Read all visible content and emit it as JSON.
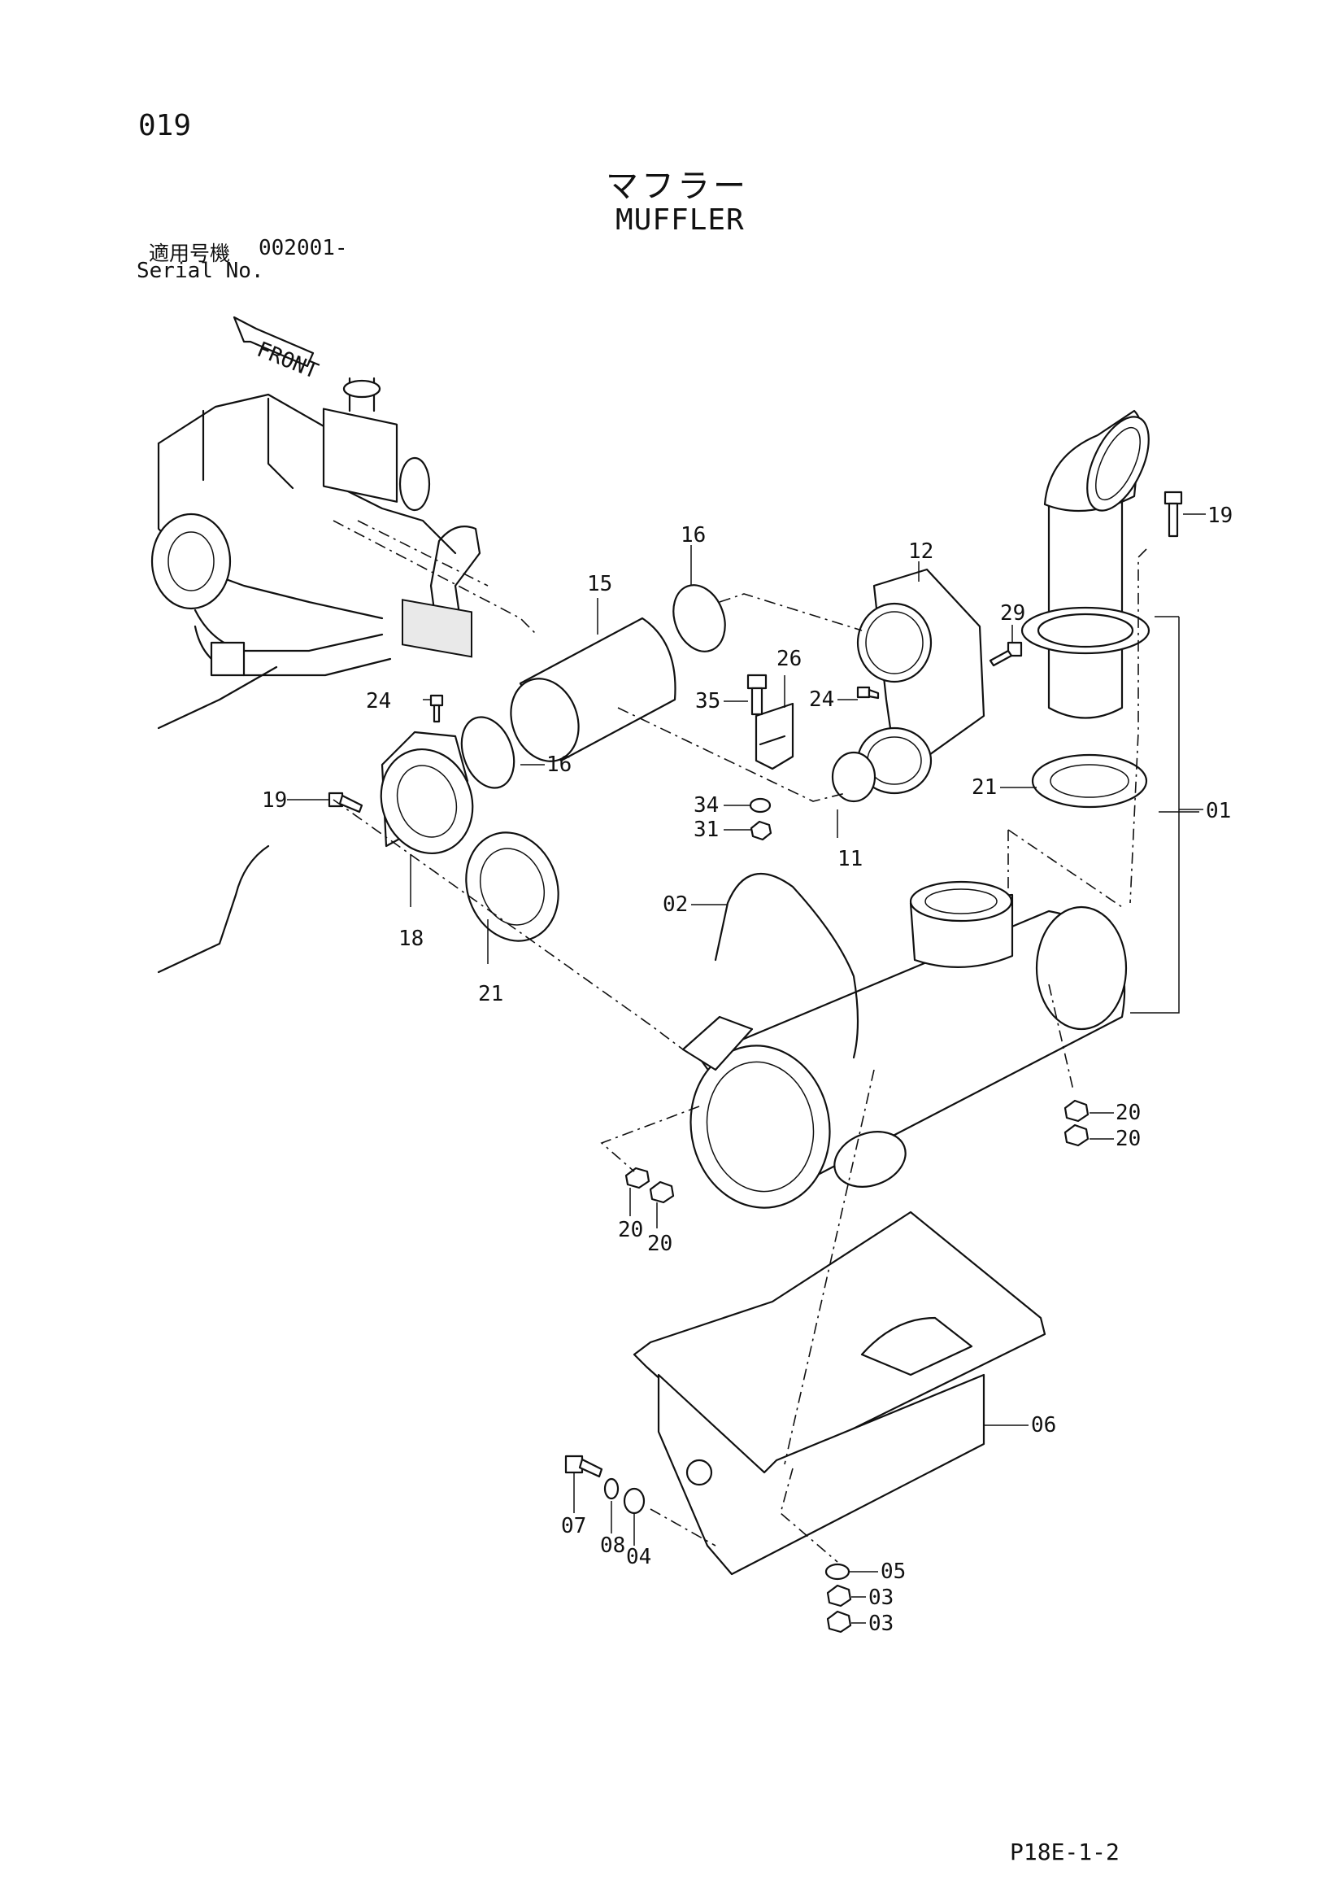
{
  "header": {
    "page_number": "019",
    "title_jp": "マフラー",
    "title_en": "MUFFLER",
    "serial_label_jp": "適用号機",
    "serial_value": "002001-",
    "serial_label_en": "Serial No."
  },
  "direction_label": "FRONT",
  "callouts": {
    "c01": "01",
    "c02": "02",
    "c03a": "03",
    "c03b": "03",
    "c04": "04",
    "c05": "05",
    "c06": "06",
    "c07": "07",
    "c08": "08",
    "c11": "11",
    "c12": "12",
    "c15": "15",
    "c16a": "16",
    "c16b": "16",
    "c18": "18",
    "c19a": "19",
    "c19b": "19",
    "c20a": "20",
    "c20b": "20",
    "c20c": "20",
    "c20d": "20",
    "c21a": "21",
    "c21b": "21",
    "c24a": "24",
    "c24b": "24",
    "c26": "26",
    "c29": "29",
    "c31": "31",
    "c34": "34",
    "c35": "35"
  },
  "footer": {
    "page_code": "P18E-1-2"
  }
}
